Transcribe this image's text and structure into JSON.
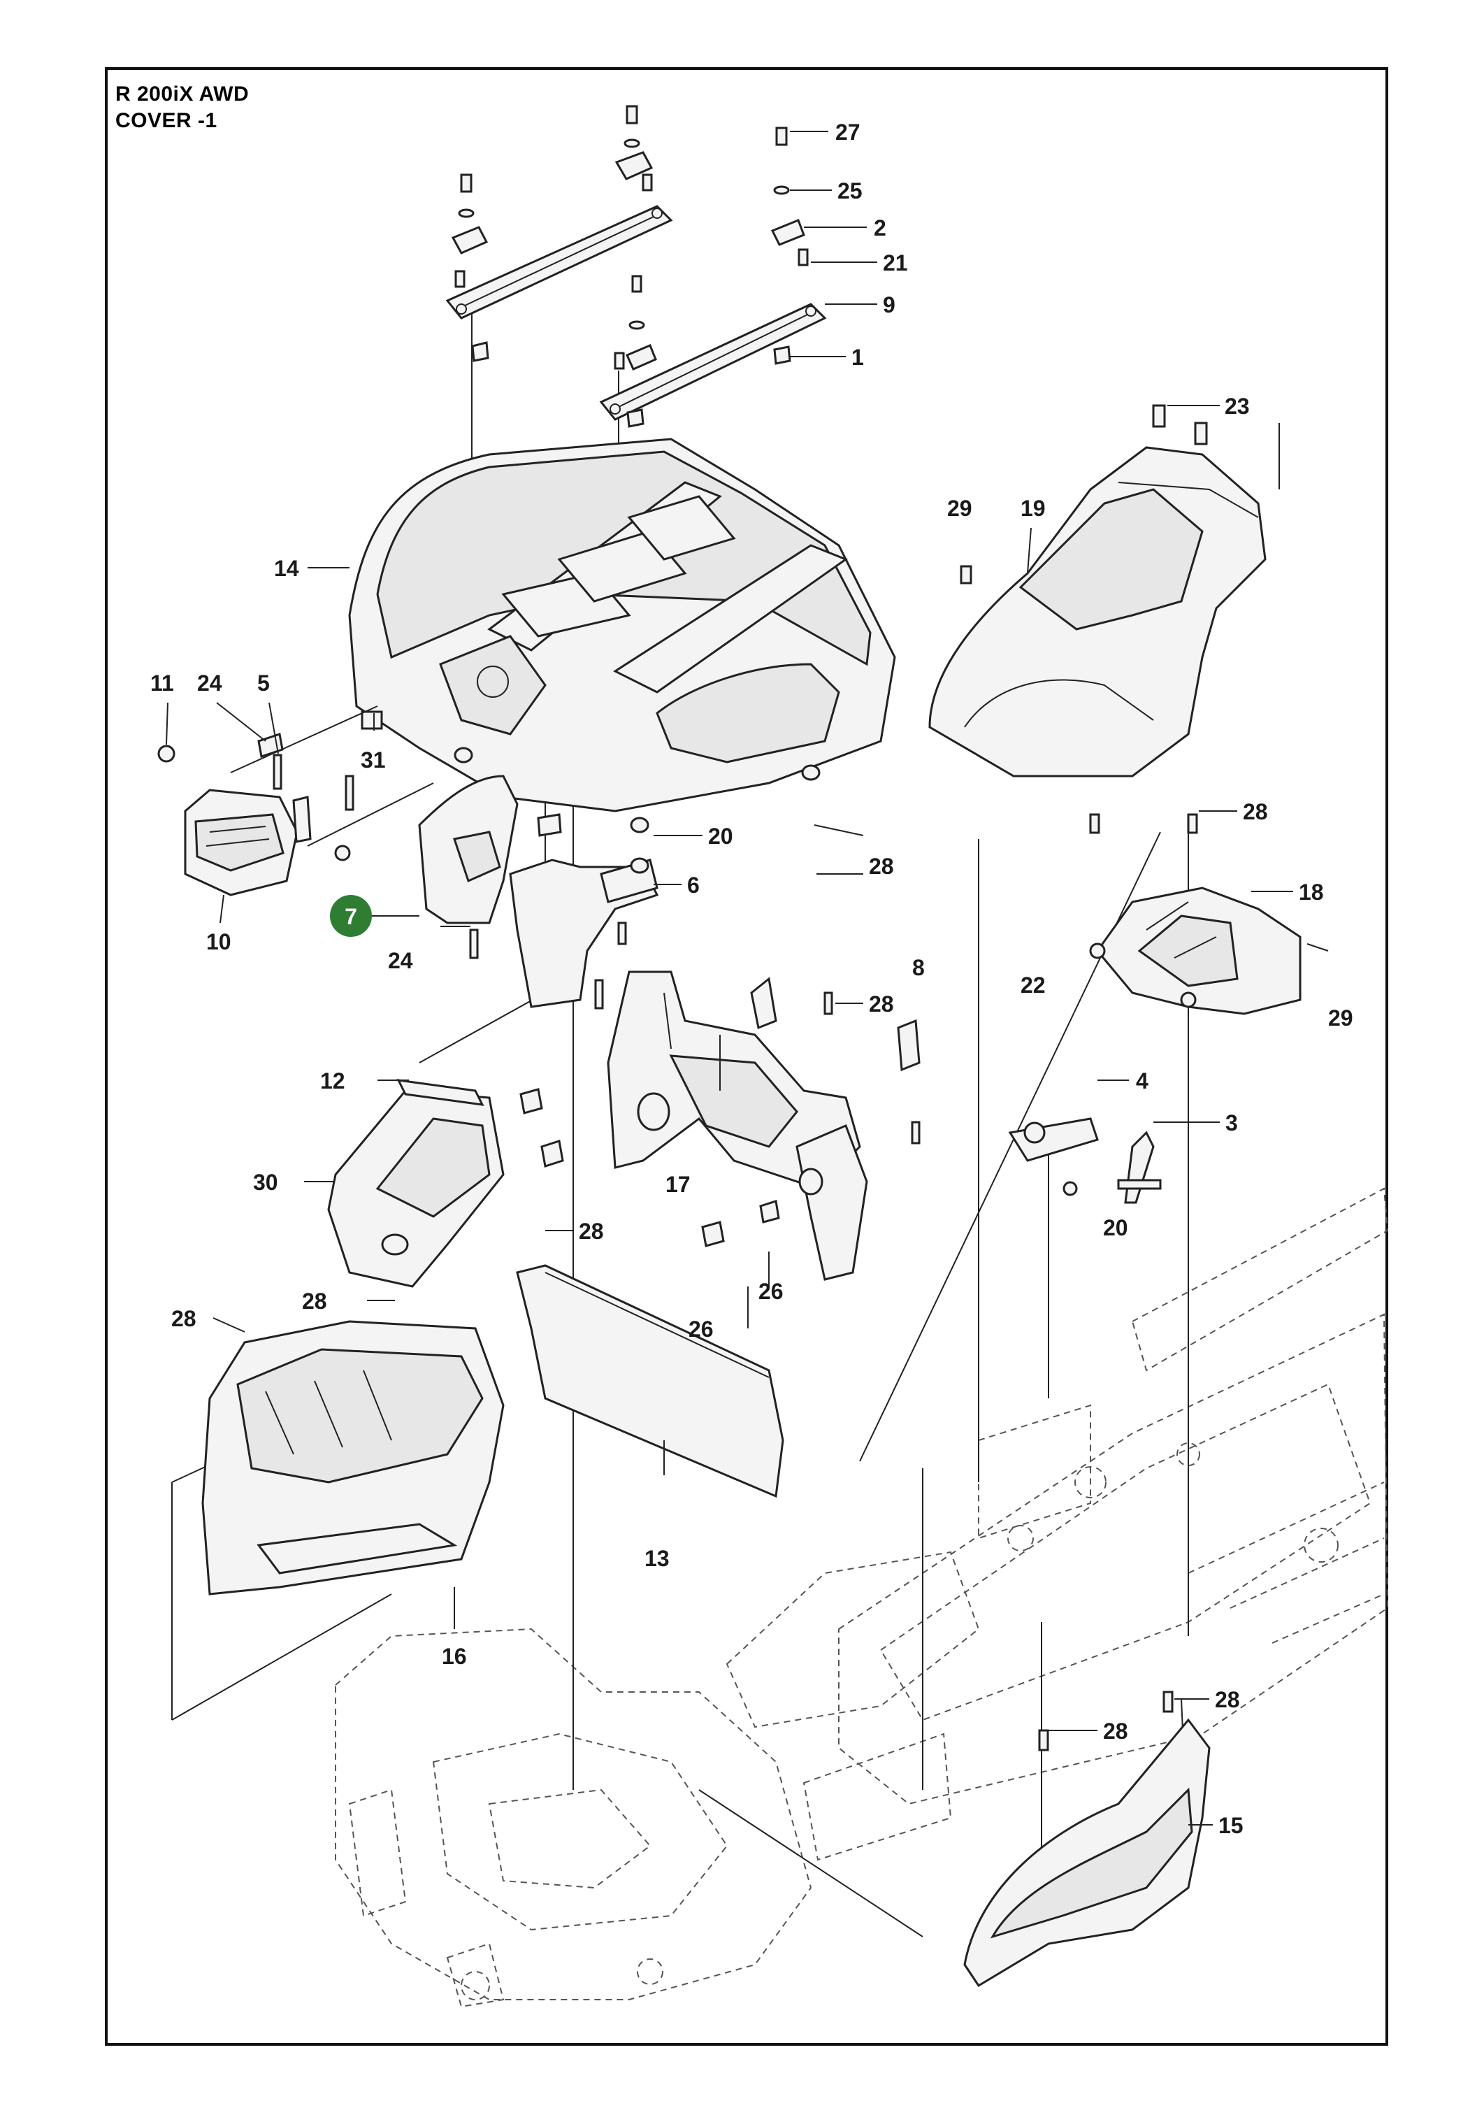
{
  "header": {
    "model": "R 200iX AWD",
    "section": "COVER -1"
  },
  "highlight_color": "#2e7d32",
  "callouts": [
    {
      "key": "c27",
      "label": "27"
    },
    {
      "key": "c25",
      "label": "25"
    },
    {
      "key": "c2",
      "label": "2"
    },
    {
      "key": "c21",
      "label": "21"
    },
    {
      "key": "c9",
      "label": "9"
    },
    {
      "key": "c1",
      "label": "1"
    },
    {
      "key": "c23",
      "label": "23"
    },
    {
      "key": "c29a",
      "label": "29"
    },
    {
      "key": "c19",
      "label": "19"
    },
    {
      "key": "c14",
      "label": "14"
    },
    {
      "key": "c11",
      "label": "11"
    },
    {
      "key": "c24a",
      "label": "24"
    },
    {
      "key": "c5",
      "label": "5"
    },
    {
      "key": "c31",
      "label": "31"
    },
    {
      "key": "c28a",
      "label": "28"
    },
    {
      "key": "c20a",
      "label": "20"
    },
    {
      "key": "c28b",
      "label": "28"
    },
    {
      "key": "c18",
      "label": "18"
    },
    {
      "key": "c6",
      "label": "6"
    },
    {
      "key": "c10",
      "label": "10"
    },
    {
      "key": "c7",
      "label": "7",
      "highlight": true
    },
    {
      "key": "c24b",
      "label": "24"
    },
    {
      "key": "c8",
      "label": "8"
    },
    {
      "key": "c28c",
      "label": "28"
    },
    {
      "key": "c22",
      "label": "22"
    },
    {
      "key": "c29b",
      "label": "29"
    },
    {
      "key": "c12",
      "label": "12"
    },
    {
      "key": "c4",
      "label": "4"
    },
    {
      "key": "c3",
      "label": "3"
    },
    {
      "key": "c30",
      "label": "30"
    },
    {
      "key": "c17",
      "label": "17"
    },
    {
      "key": "c20b",
      "label": "20"
    },
    {
      "key": "c28d",
      "label": "28"
    },
    {
      "key": "c26a",
      "label": "26"
    },
    {
      "key": "c26b",
      "label": "26"
    },
    {
      "key": "c28e",
      "label": "28"
    },
    {
      "key": "c28f",
      "label": "28"
    },
    {
      "key": "c13",
      "label": "13"
    },
    {
      "key": "c16",
      "label": "16"
    },
    {
      "key": "c28g",
      "label": "28"
    },
    {
      "key": "c28h",
      "label": "28"
    },
    {
      "key": "c15",
      "label": "15"
    }
  ]
}
